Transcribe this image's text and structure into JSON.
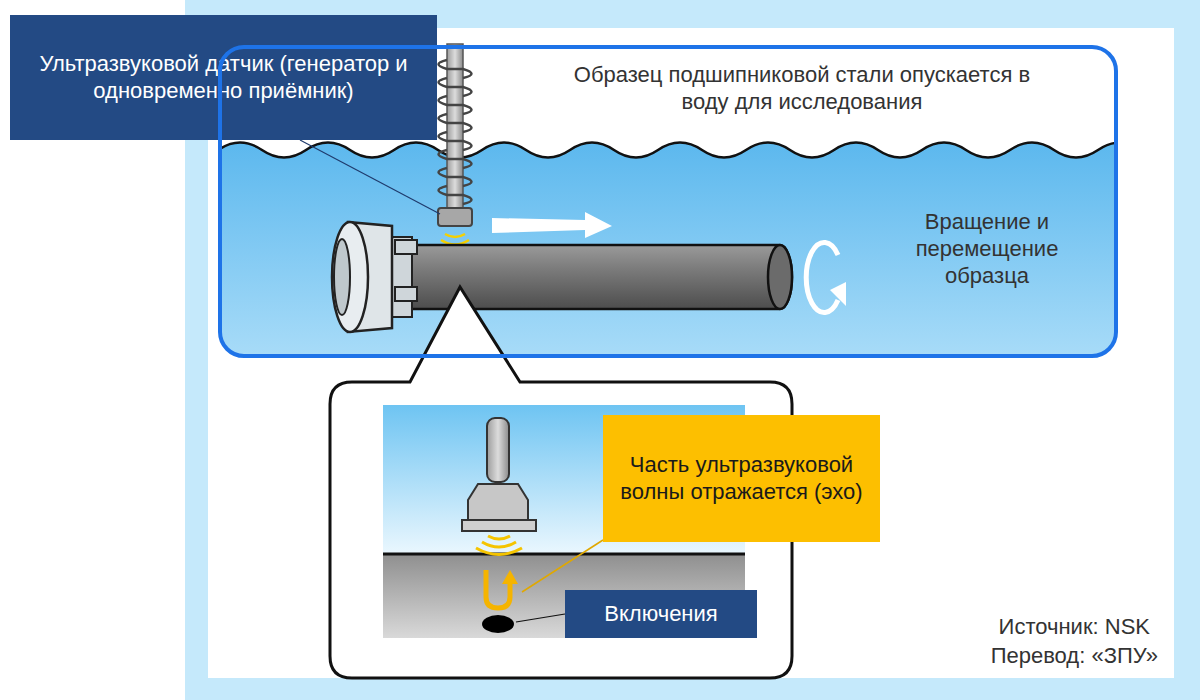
{
  "diagram": {
    "nodes": [
      {
        "text": [
          "Ультразвуковой датчик (генератор и одновременно приёмник)"
        ]
      },
      {
        "text": [
          "Образец подшипниковой стали опускается в воду для исследования",
          "Вращение и перемещение образца"
        ]
      },
      {
        "text": [
          "Часть ультразвуковой волны отражается (эхо)"
        ]
      },
      {
        "text": [
          "Включения"
        ]
      }
    ],
    "labels": [
      "Источник: NSK",
      "Перевод: «ЗПУ»"
    ]
  }
}
